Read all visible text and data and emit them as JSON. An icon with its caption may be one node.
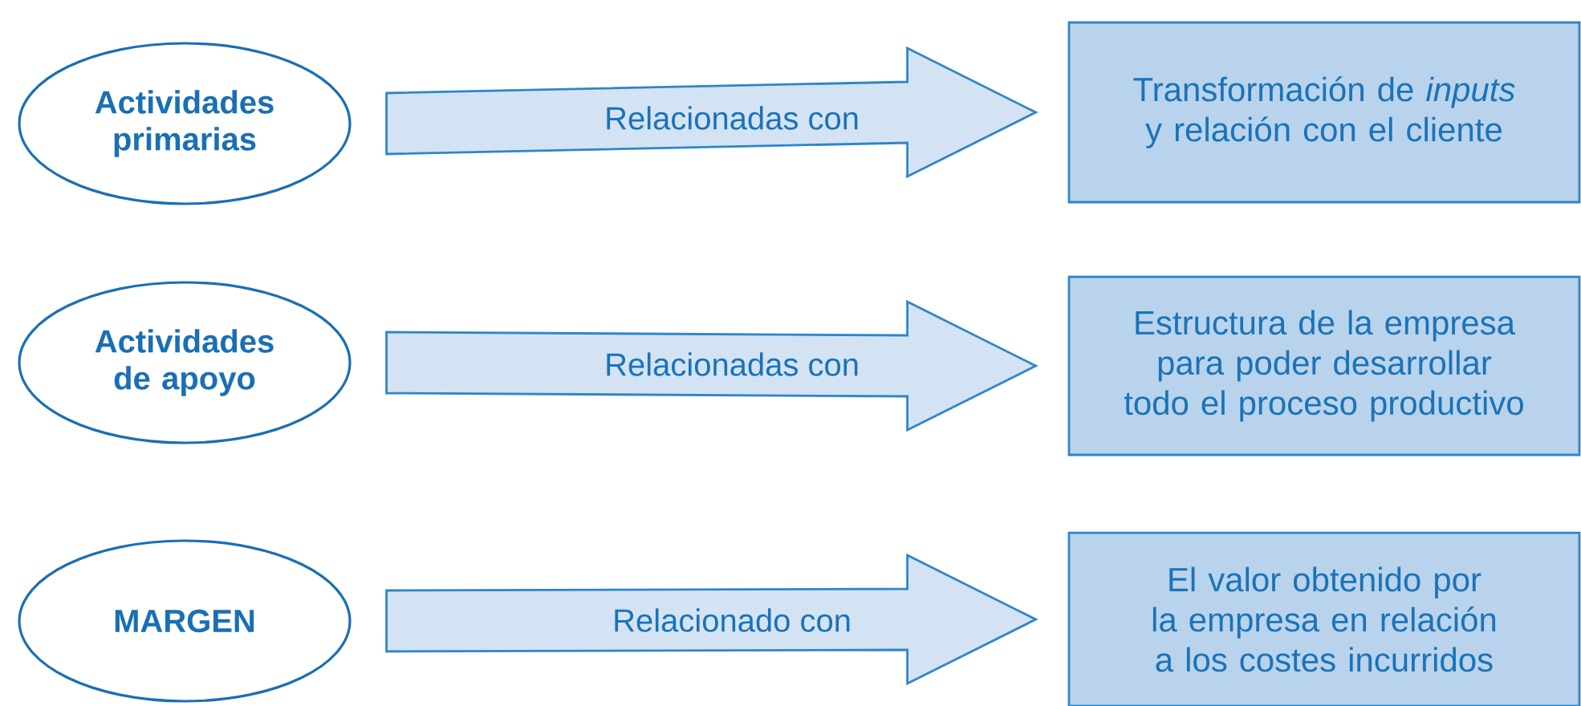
{
  "diagram": {
    "nodes": [
      {
        "text": [
          "Actividades primarias"
        ]
      },
      {
        "text": [
          "Transformación de *inputs* y relación con el cliente"
        ]
      },
      {
        "text": [
          "Actividades de apoyo"
        ]
      },
      {
        "text": [
          "Estructura de la empresa para poder desarrollar todo el proceso productivo"
        ]
      },
      {
        "text": [
          "MARGEN"
        ]
      },
      {
        "text": [
          "El valor obtenido por la empresa en relación a los costes incurridos"
        ]
      }
    ],
    "edges": [
      {
        "from": 0,
        "to": 1,
        "arrow": "to",
        "label": "Relacionadas con"
      },
      {
        "from": 2,
        "to": 3,
        "arrow": "to",
        "label": "Relacionadas con"
      },
      {
        "from": 4,
        "to": 5,
        "arrow": "to",
        "label": "Relacionado con"
      }
    ]
  }
}
